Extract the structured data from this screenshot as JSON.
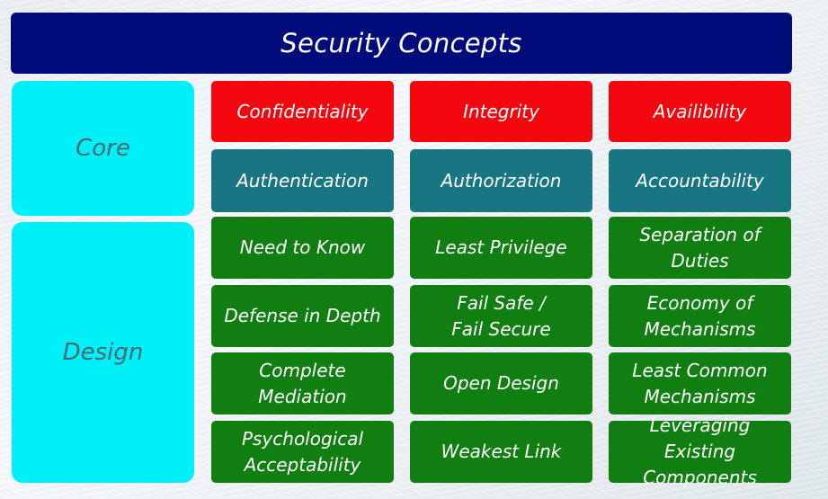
{
  "title": "Security Concepts",
  "categories": {
    "core": "Core",
    "design": "Design"
  },
  "colors": {
    "title_bg": "#020b7a",
    "category_bg": "#00f0f8",
    "core_row1": "#f1070d",
    "core_row2": "#187683",
    "design": "#117e11"
  },
  "core": {
    "row1": [
      "Confidentiality",
      "Integrity",
      "Availibility"
    ],
    "row2": [
      "Authentication",
      "Authorization",
      "Accountability"
    ]
  },
  "design": {
    "row1": [
      "Need to Know",
      "Least Privilege",
      "Separation of\nDuties"
    ],
    "row2": [
      "Defense in Depth",
      "Fail Safe /\nFail Secure",
      "Economy of\nMechanisms"
    ],
    "row3": [
      "Complete\nMediation",
      "Open Design",
      "Least Common\nMechanisms"
    ],
    "row4": [
      "Psychological\nAcceptability",
      "Weakest Link",
      "Leveraging Existing\nComponents"
    ]
  }
}
